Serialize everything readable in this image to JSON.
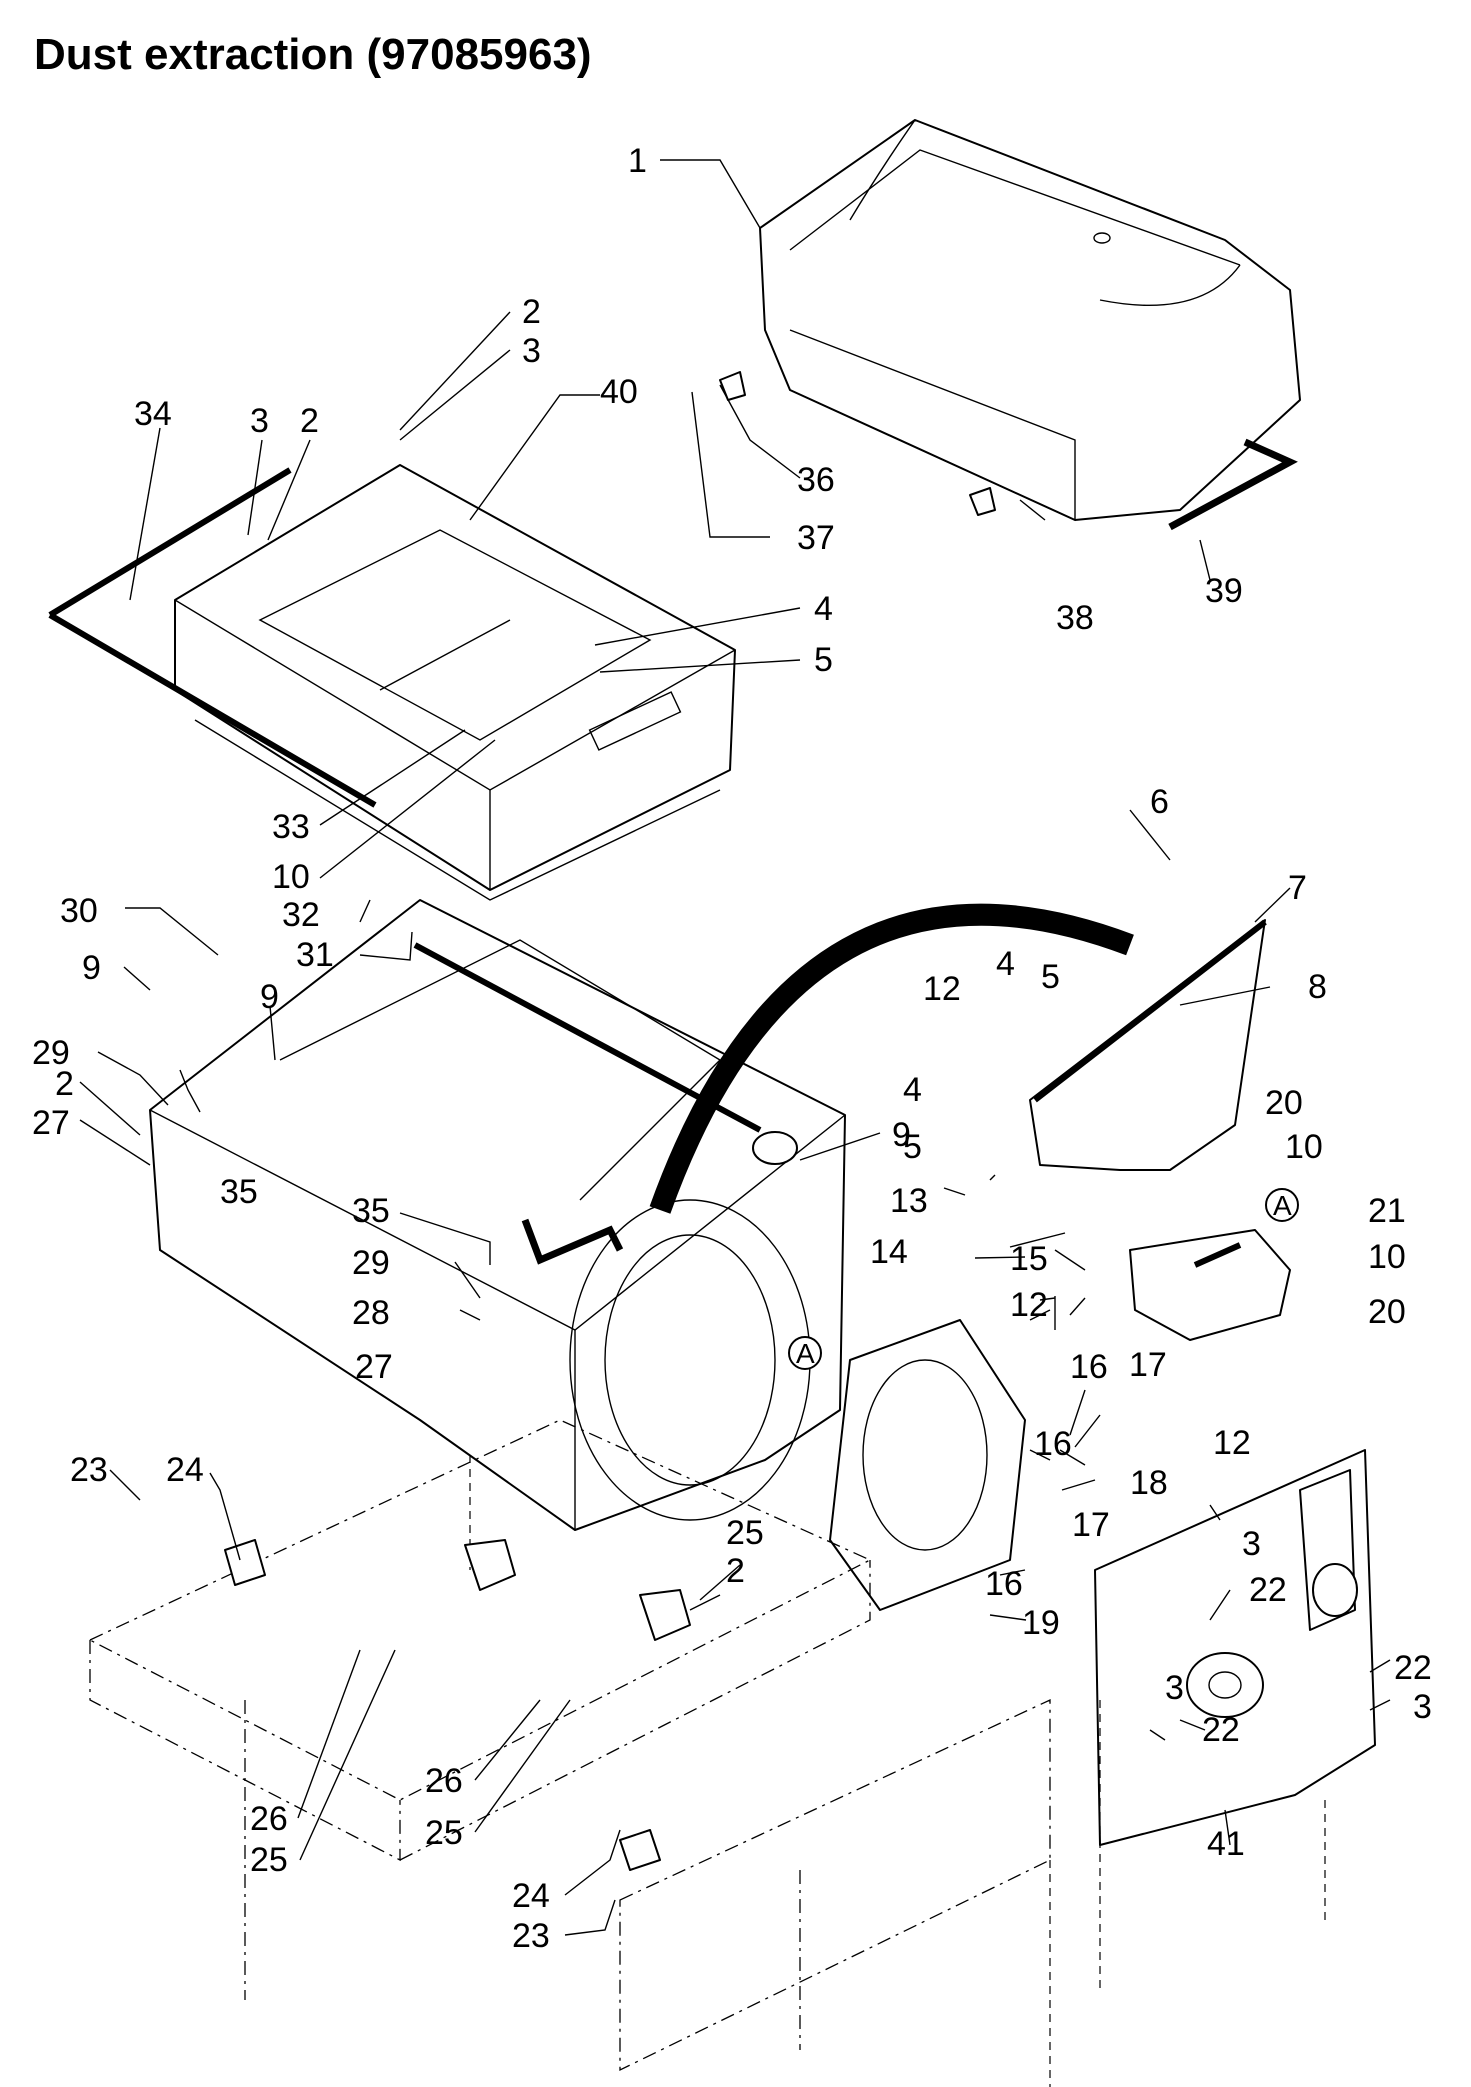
{
  "title": "Dust extraction (97085963)",
  "section_marker": "A",
  "callouts": [
    {
      "label": "1"
    },
    {
      "label": "2"
    },
    {
      "label": "3"
    },
    {
      "label": "34"
    },
    {
      "label": "3"
    },
    {
      "label": "2"
    },
    {
      "label": "40"
    },
    {
      "label": "36"
    },
    {
      "label": "37"
    },
    {
      "label": "38"
    },
    {
      "label": "39"
    },
    {
      "label": "4"
    },
    {
      "label": "5"
    },
    {
      "label": "33"
    },
    {
      "label": "10"
    },
    {
      "label": "6"
    },
    {
      "label": "7"
    },
    {
      "label": "8"
    },
    {
      "label": "30"
    },
    {
      "label": "32"
    },
    {
      "label": "31"
    },
    {
      "label": "9"
    },
    {
      "label": "9"
    },
    {
      "label": "9"
    },
    {
      "label": "29"
    },
    {
      "label": "2"
    },
    {
      "label": "27"
    },
    {
      "label": "35"
    },
    {
      "label": "4"
    },
    {
      "label": "5"
    },
    {
      "label": "12"
    },
    {
      "label": "4"
    },
    {
      "label": "5"
    },
    {
      "label": "20"
    },
    {
      "label": "10"
    },
    {
      "label": "21"
    },
    {
      "label": "10"
    },
    {
      "label": "20"
    },
    {
      "label": "35"
    },
    {
      "label": "13"
    },
    {
      "label": "14"
    },
    {
      "label": "15"
    },
    {
      "label": "12"
    },
    {
      "label": "29"
    },
    {
      "label": "28"
    },
    {
      "label": "27"
    },
    {
      "label": "16"
    },
    {
      "label": "17"
    },
    {
      "label": "16"
    },
    {
      "label": "18"
    },
    {
      "label": "17"
    },
    {
      "label": "12"
    },
    {
      "label": "23"
    },
    {
      "label": "24"
    },
    {
      "label": "25"
    },
    {
      "label": "2"
    },
    {
      "label": "3"
    },
    {
      "label": "22"
    },
    {
      "label": "16"
    },
    {
      "label": "19"
    },
    {
      "label": "3"
    },
    {
      "label": "22"
    },
    {
      "label": "22"
    },
    {
      "label": "3"
    },
    {
      "label": "26"
    },
    {
      "label": "25"
    },
    {
      "label": "26"
    },
    {
      "label": "25"
    },
    {
      "label": "41"
    },
    {
      "label": "24"
    },
    {
      "label": "23"
    }
  ]
}
